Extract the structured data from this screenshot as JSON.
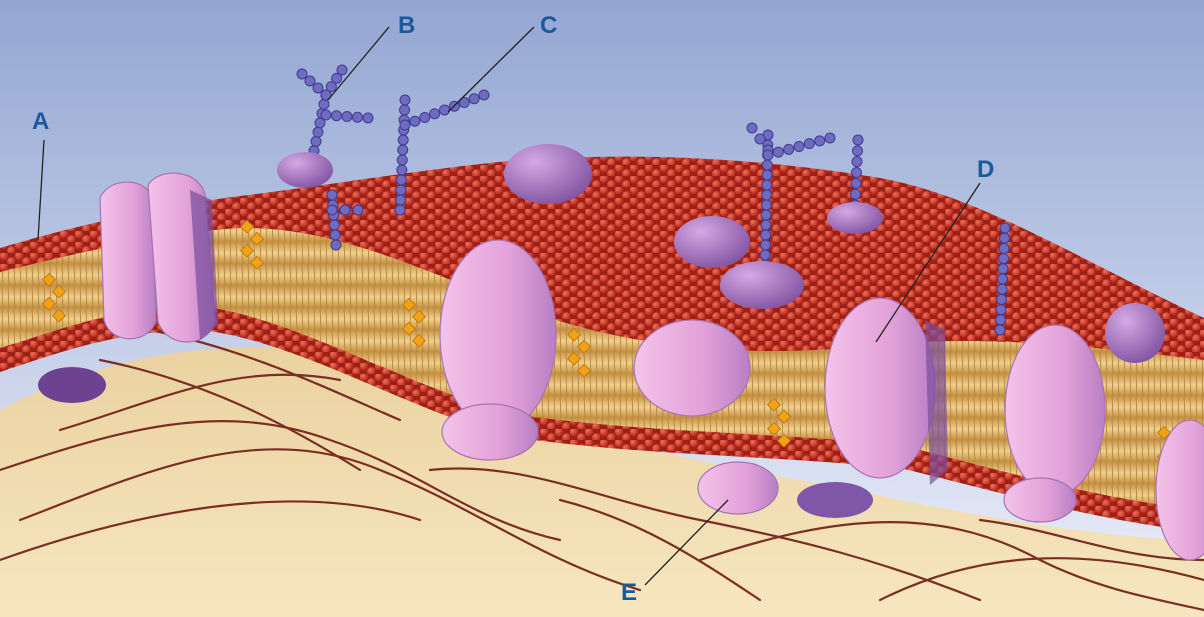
{
  "labels": {
    "a": "A",
    "b": "B",
    "c": "C",
    "d": "D",
    "e": "E"
  },
  "colors": {
    "label_text": "#1a5a9c",
    "leader_line": "#222222",
    "sky_top": "#93a6d2",
    "sky_bottom": "#eef1fb",
    "cytoplasm": "#f1ddb0",
    "phosphate_head": "#cf2d1f",
    "lipid_tail": "#dcae5c",
    "protein": "#e6a3da",
    "protein_shadow": "#8f5fae",
    "glycan_bead": "#6f6bc1",
    "cholesterol": "#f0a21a",
    "cytoskeleton_fiber": "#7b2e24"
  }
}
